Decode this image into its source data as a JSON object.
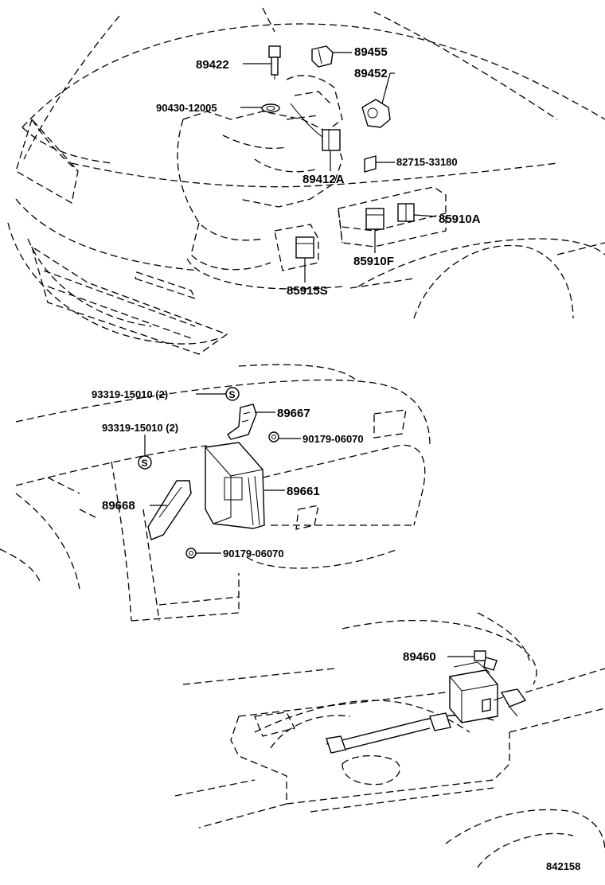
{
  "labels": {
    "p89422": "89422",
    "p89455": "89455",
    "p89452": "89452",
    "p90430": "90430-12005",
    "p82715": "82715-33180",
    "p89412A": "89412A",
    "p85910A": "85910A",
    "p85910F": "85910F",
    "p85915S": "85915S",
    "p93319a": "93319-15010 (2)",
    "p93319b": "93319-15010 (2)",
    "p89667": "89667",
    "p90179a": "90179-06070",
    "p89661": "89661",
    "p89668": "89668",
    "p90179b": "90179-06070",
    "p89460": "89460",
    "figure_no": "842158",
    "screw_mark_a": "S",
    "screw_mark_b": "S"
  }
}
